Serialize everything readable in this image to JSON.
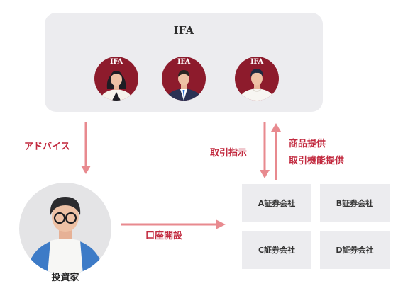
{
  "ifa": {
    "title": "IFA",
    "advisors": [
      {
        "badge": "IFA"
      },
      {
        "badge": "IFA"
      },
      {
        "badge": "IFA"
      }
    ]
  },
  "flows": {
    "advice": "アドバイス",
    "trade_instruction": "取引指示",
    "products_line1": "商品提供",
    "products_line2": "取引機能提供",
    "account_opening": "口座開設"
  },
  "investor": {
    "label": "投資家"
  },
  "brokers": [
    {
      "label": "A証券会社"
    },
    {
      "label": "B証券会社"
    },
    {
      "label": "C証券会社"
    },
    {
      "label": "D証券会社"
    }
  ],
  "colors": {
    "accent_red": "#c22a3f",
    "arrow_pink": "#e88a8f",
    "advisor_bg": "#8d1b2c",
    "panel_gray": "#ececef"
  }
}
